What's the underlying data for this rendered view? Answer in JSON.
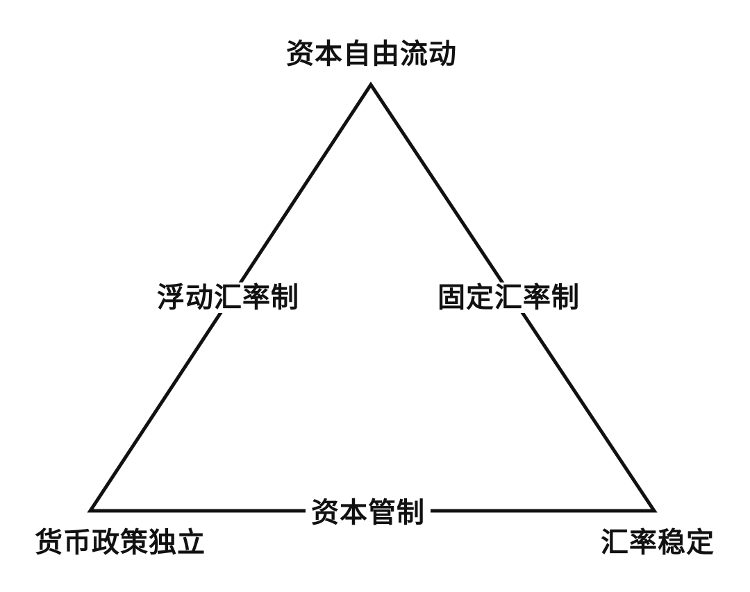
{
  "diagram": {
    "vertices": {
      "top": "资本自由流动",
      "bottom_left": "货币政策独立",
      "bottom_right": "汇率稳定"
    },
    "edges": {
      "left": "浮动汇率制",
      "right": "固定汇率制",
      "bottom": "资本管制"
    },
    "line_color": "#111111",
    "text_color": "#111111",
    "background": "#ffffff"
  }
}
